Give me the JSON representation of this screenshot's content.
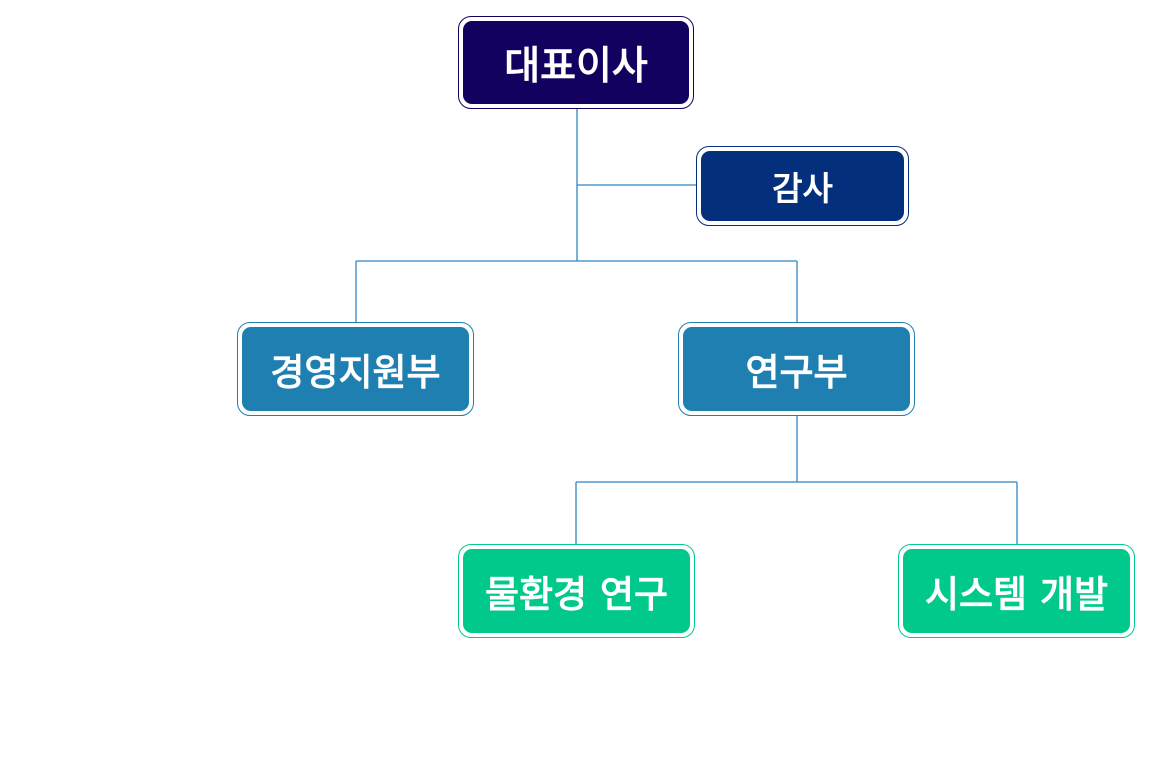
{
  "org_chart": {
    "colors": {
      "ceo": "#13005f",
      "auditor": "#032f7d",
      "department": "#1f7fb1",
      "team": "#00c98b",
      "connector": "#2f87c2"
    },
    "ceo": {
      "label": "대표이사"
    },
    "auditor": {
      "label": "감사"
    },
    "departments": [
      {
        "label": "경영지원부"
      },
      {
        "label": "연구부"
      }
    ],
    "teams": [
      {
        "label": "물환경 연구"
      },
      {
        "label": "시스템 개발"
      }
    ]
  }
}
